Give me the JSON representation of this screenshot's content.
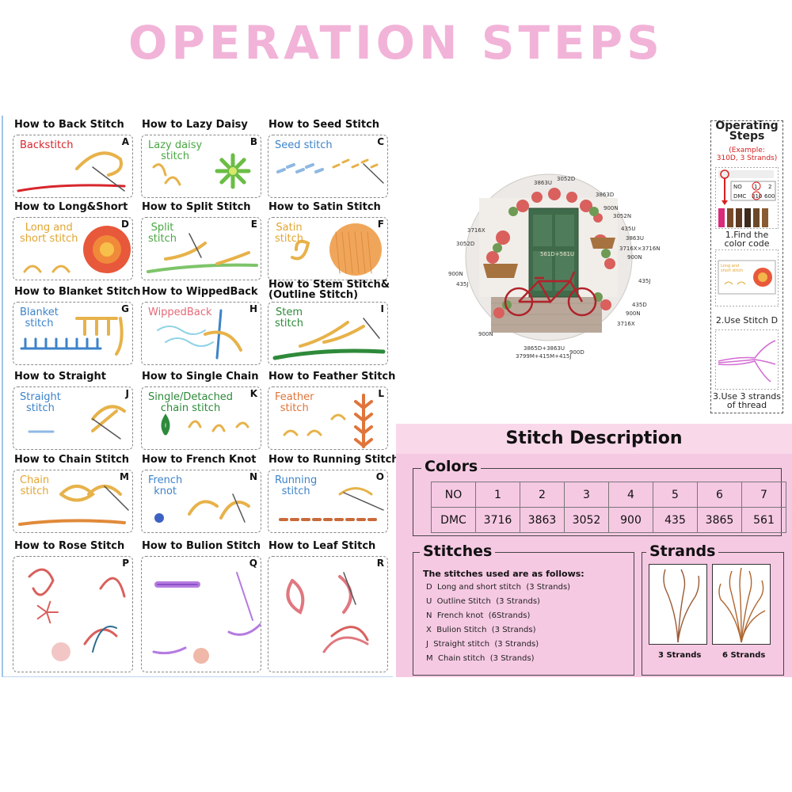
{
  "title": "OPERATION STEPS",
  "cards": [
    {
      "title": "How to Back Stitch",
      "letter": "A",
      "label": "Backstitch",
      "label_color": "#d7262c"
    },
    {
      "title": "How to Lazy Daisy",
      "letter": "B",
      "label": "Lazy daisy\nstitch",
      "label_color": "#4aa843"
    },
    {
      "title": "How to Seed Stitch",
      "letter": "C",
      "label": "Seed stitch",
      "label_color": "#3d83c9"
    },
    {
      "title": "How to Long&Short",
      "letter": "D",
      "label": "Long and\nshort stitch",
      "label_color": "#e2a531"
    },
    {
      "title": "How to Split Stitch",
      "letter": "E",
      "label": "Split\nstitch",
      "label_color": "#4aa843"
    },
    {
      "title": "How to Satin Stitch",
      "letter": "F",
      "label": "Satin\nstitch",
      "label_color": "#e2a531"
    },
    {
      "title": "How to Blanket Stitch",
      "letter": "G",
      "label": "Blanket\nstitch",
      "label_color": "#3d83c9"
    },
    {
      "title": "How to WippedBack",
      "letter": "H",
      "label": "WippedBack",
      "label_color": "#e56a77"
    },
    {
      "title": "How to Stem Stitch&\n(Outline Stitch)",
      "letter": "I",
      "label": "Stem\nstitch",
      "label_color": "#2e8a3a"
    },
    {
      "title": "How to Straight",
      "letter": "J",
      "label": "Straight\nstitch",
      "label_color": "#3d83c9"
    },
    {
      "title": "How to Single Chain",
      "letter": "K",
      "label": "Single/Detached\nchain stitch",
      "label_color": "#2e8a3a"
    },
    {
      "title": "How to Feather Stitch",
      "letter": "L",
      "label": "Feather\nstitch",
      "label_color": "#e0743a"
    },
    {
      "title": "How to Chain Stitch",
      "letter": "M",
      "label": "Chain\nstitch",
      "label_color": "#e2a531"
    },
    {
      "title": "How to French Knot",
      "letter": "N",
      "label": "French\nknot",
      "label_color": "#3d83c9"
    },
    {
      "title": "How to Running Stitch",
      "letter": "O",
      "label": "Running\nstitch",
      "label_color": "#3d83c9"
    },
    {
      "title": "How to Rose Stitch",
      "letter": "P",
      "label": "",
      "label_color": "#000000"
    },
    {
      "title": "How to Bulion Stitch",
      "letter": "Q",
      "label": "",
      "label_color": "#000000"
    },
    {
      "title": "How to Leaf Stitch",
      "letter": "R",
      "label": "",
      "label_color": "#000000"
    }
  ],
  "wreath_labels": [
    "3863U",
    "3052D",
    "3863D",
    "900N",
    "3052N",
    "435U",
    "3863U",
    "3716X×3716N",
    "900N",
    "435J",
    "435D",
    "900N",
    "3716X",
    "900D",
    "3865D+3863U",
    "3799M+415M+415J",
    "900N",
    "435J",
    "900N",
    "3052D",
    "3716X",
    "561D+561U"
  ],
  "operating_steps": {
    "title": "Operating\nSteps",
    "example": "(Example:\n310D, 3 Strands)",
    "mini_table": {
      "no_label": "NO",
      "dmc_label": "DMC",
      "values": [
        "1",
        "2",
        "310",
        "600"
      ]
    },
    "step1": "1.Find the\ncolor code",
    "mini_card_label": "Long and\nshort stitch",
    "step2": "2.Use Stitch D",
    "step3": "3.Use 3 strands\nof thread"
  },
  "description": {
    "heading": "Stitch Description",
    "colors_title": "Colors",
    "no_label": "NO",
    "dmc_label": "DMC",
    "numbers": [
      "1",
      "2",
      "3",
      "4",
      "5",
      "6",
      "7"
    ],
    "dmc": [
      "3716",
      "3863",
      "3052",
      "900",
      "435",
      "3865",
      "561"
    ],
    "stitches_title": "Stitches",
    "stitches_intro": "The stitches used are as follows:",
    "stitches": [
      "D  Long and short stitch  (3 Strands)",
      "U  Outline Stitch  (3 Strands)",
      "N  French knot  (6Strands)",
      "X  Bulion Stitch  (3 Strands)",
      "J  Straight stitch  (3 Strands)",
      "M  Chain stitch  (3 Strands)"
    ],
    "strands_title": "Strands",
    "strand_captions": [
      "3 Strands",
      "6 Strands"
    ]
  }
}
